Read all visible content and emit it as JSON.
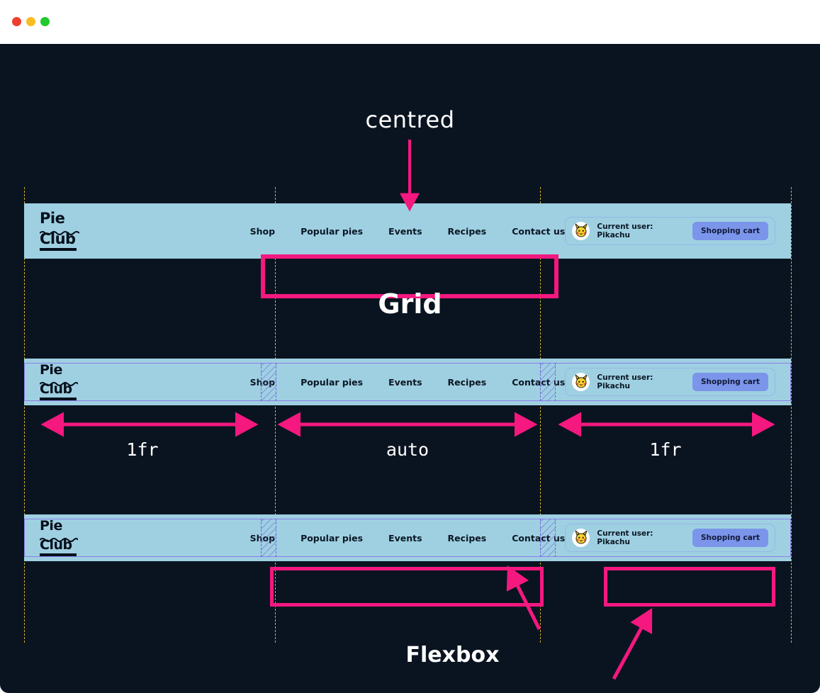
{
  "window": {
    "traffic_lights": [
      {
        "name": "close",
        "color": "#ee3f2c"
      },
      {
        "name": "minimize",
        "color": "#f9bd1f"
      },
      {
        "name": "maximize",
        "color": "#22c92f"
      }
    ]
  },
  "colors": {
    "background": "#0a1420",
    "navbar": "#9fd0e2",
    "highlight_pink": "#f4187f",
    "gridline_yellow": "#d8b02a",
    "grid_overlay_purple": "#8b7fe8",
    "cart_button": "#7b95ea",
    "annotation_text": "#ffffff",
    "nav_text": "#0b1724"
  },
  "logo": {
    "line1": "Pie",
    "line2": "Club",
    "wave_icon": "wavy-underline-icon",
    "bar_icon": "solid-underline-icon"
  },
  "nav": {
    "links": [
      {
        "label": "Shop"
      },
      {
        "label": "Popular pies"
      },
      {
        "label": "Events"
      },
      {
        "label": "Recipes"
      },
      {
        "label": "Contact us"
      }
    ]
  },
  "user": {
    "avatar_icon": "pikachu-avatar-icon",
    "avatar_glyph": "⚡",
    "label": "Current user: Pikachu",
    "cart_button": "Shopping cart"
  },
  "annotations": {
    "centred": "centred",
    "grid": "Grid",
    "flexbox": "Flexbox",
    "arrow_centred": "down-arrow-icon",
    "arrow_flexbox_left": "up-left-arrow-icon",
    "arrow_flexbox_right": "up-right-arrow-icon"
  },
  "grid_tracks": [
    {
      "label": "1fr",
      "arrow": "double-headed-arrow-icon"
    },
    {
      "label": "auto",
      "arrow": "double-headed-arrow-icon"
    },
    {
      "label": "1fr",
      "arrow": "double-headed-arrow-icon"
    }
  ],
  "grid_guides": {
    "vertical_line_positions": [
      34,
      388,
      762,
      1116
    ],
    "style": "dashed"
  },
  "navbars": [
    {
      "name": "navbar-centred-example",
      "highlight": "nav-links"
    },
    {
      "name": "navbar-grid-tracks-example",
      "highlight": "none"
    },
    {
      "name": "navbar-flexbox-example",
      "highlight": "nav-links-and-user-area"
    }
  ]
}
